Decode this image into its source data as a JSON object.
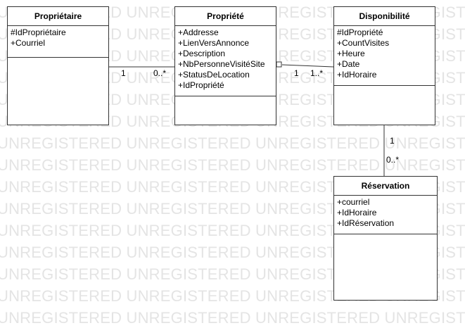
{
  "watermark": {
    "text": "UNREGISTERED UNREGISTERED UNREGISTERED UNREGISTERED UNREGISTERED UNREGISTERED"
  },
  "classes": {
    "proprietaire": {
      "title": "Propriétaire",
      "attributes": [
        "#IdPropriétaire",
        "+Courriel"
      ]
    },
    "propriete": {
      "title": "Propriété",
      "attributes": [
        "+Addresse",
        "+LienVersAnnonce",
        "+Description",
        "+NbPersonneVisitéSite",
        "+StatusDeLocation",
        "+IdPropriété"
      ]
    },
    "disponibilite": {
      "title": "Disponibilité",
      "attributes": [
        "#IdPropriété",
        "+CountVisites",
        "+Heure",
        "+Date",
        "+IdHoraire"
      ]
    },
    "reservation": {
      "title": "Réservation",
      "attributes": [
        "+courriel",
        "+IdHoraire",
        "+IdRéservation"
      ]
    }
  },
  "associations": {
    "proprietaire_propriete": {
      "source_mult": "1",
      "target_mult": "0..*"
    },
    "propriete_disponibilite": {
      "source_mult": "1",
      "target_mult": "1..*"
    },
    "disponibilite_reservation": {
      "source_mult": "1",
      "target_mult": "0..*"
    }
  }
}
